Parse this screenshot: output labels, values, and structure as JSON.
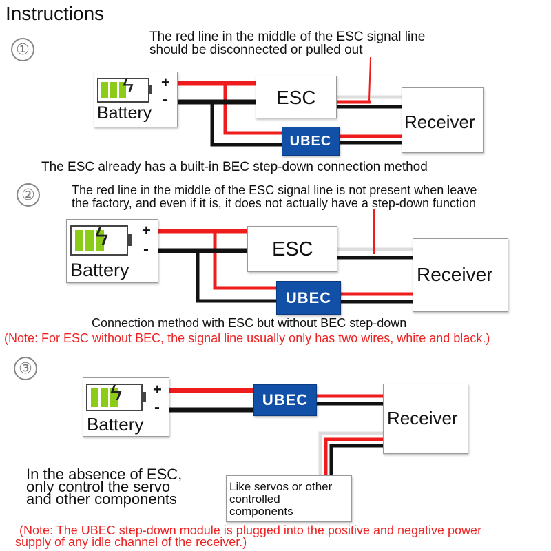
{
  "title": "Instructions",
  "section1": {
    "number": "①",
    "note": [
      "The red line in the middle of the ESC signal line",
      "should be disconnected or pulled out"
    ],
    "battery_label": "Battery",
    "plus": "+",
    "minus": "-",
    "esc_label": "ESC",
    "ubec_label": "UBEC",
    "receiver_label": "Receiver",
    "caption": "The ESC already has a built-in BEC step-down connection method"
  },
  "section2": {
    "number": "②",
    "note": [
      "The red line in the middle of the ESC signal line is not present when leave",
      "the factory, and even if it is, it does not actually have a step-down function"
    ],
    "battery_label": "Battery",
    "plus": "+",
    "minus": "-",
    "esc_label": "ESC",
    "ubec_label": "UBEC",
    "receiver_label": "Receiver",
    "caption": "Connection method with ESC but without BEC step-down",
    "red_note": "(Note: For ESC without BEC, the signal line usually only has two wires, white and black.)"
  },
  "section3": {
    "number": "③",
    "battery_label": "Battery",
    "plus": "+",
    "minus": "-",
    "ubec_label": "UBEC",
    "receiver_label": "Receiver",
    "side_text": [
      "In the absence of ESC,",
      "only control the servo",
      "and other components"
    ],
    "servo_label": [
      "Like servos or other",
      "controlled",
      "components"
    ],
    "red_note": [
      "(Note: The UBEC step-down module is plugged into the positive and negative power",
      "supply of any idle channel of the receiver.)"
    ]
  },
  "colors": {
    "wire_red": "#ee1c1c",
    "wire_black": "#111111",
    "wire_white": "#dddddd",
    "ubec_blue": "#1250a8",
    "note_red": "#ee2222",
    "battery_green": "#8ccc18"
  }
}
